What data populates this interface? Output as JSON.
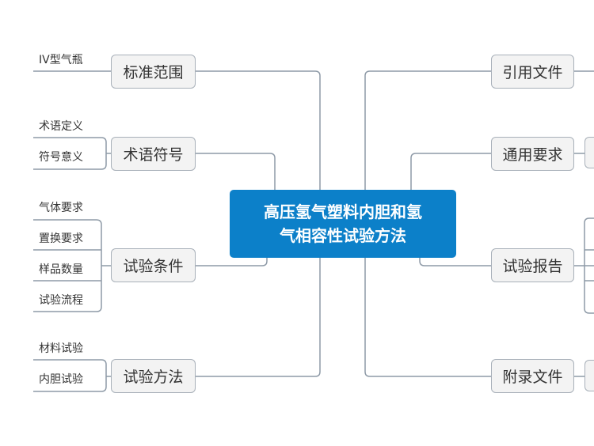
{
  "center": {
    "line1": "高压氢气塑料内胆和氢",
    "line2": "气相容性试验方法"
  },
  "left": [
    {
      "label": "标准范围",
      "leaves": [
        "IV型气瓶"
      ]
    },
    {
      "label": "术语符号",
      "leaves": [
        "术语定义",
        "符号意义"
      ]
    },
    {
      "label": "试验条件",
      "leaves": [
        "气体要求",
        "置换要求",
        "样品数量",
        "试验流程"
      ]
    },
    {
      "label": "试验方法",
      "leaves": [
        "材料试验",
        "内胆试验"
      ]
    }
  ],
  "right": [
    {
      "label": "引用文件"
    },
    {
      "label": "通用要求"
    },
    {
      "label": "试验报告"
    },
    {
      "label": "附录文件"
    }
  ],
  "colors": {
    "center": "#0c80c9",
    "node_fill": "#f3f3f3",
    "node_border": "#a8b0b9",
    "line": "#8e9aa7"
  }
}
